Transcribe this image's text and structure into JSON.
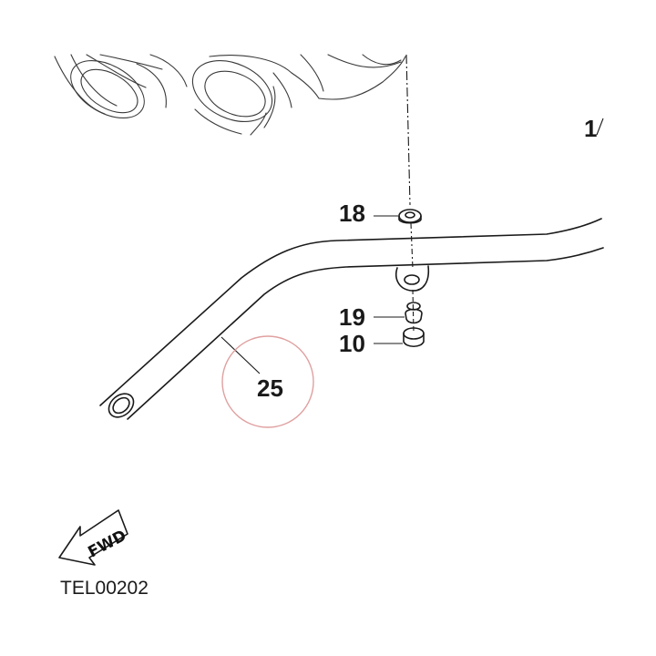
{
  "callouts": {
    "c1": "1",
    "c18": "18",
    "c19": "19",
    "c10": "10",
    "c25": "25"
  },
  "fwd_label": "FWD",
  "figure_ref": "TEL00202",
  "colors": {
    "ink": "#1a1a1a",
    "highlight_circle": "#e0a0a0"
  },
  "icons": [
    "fwd-arrow-icon"
  ]
}
